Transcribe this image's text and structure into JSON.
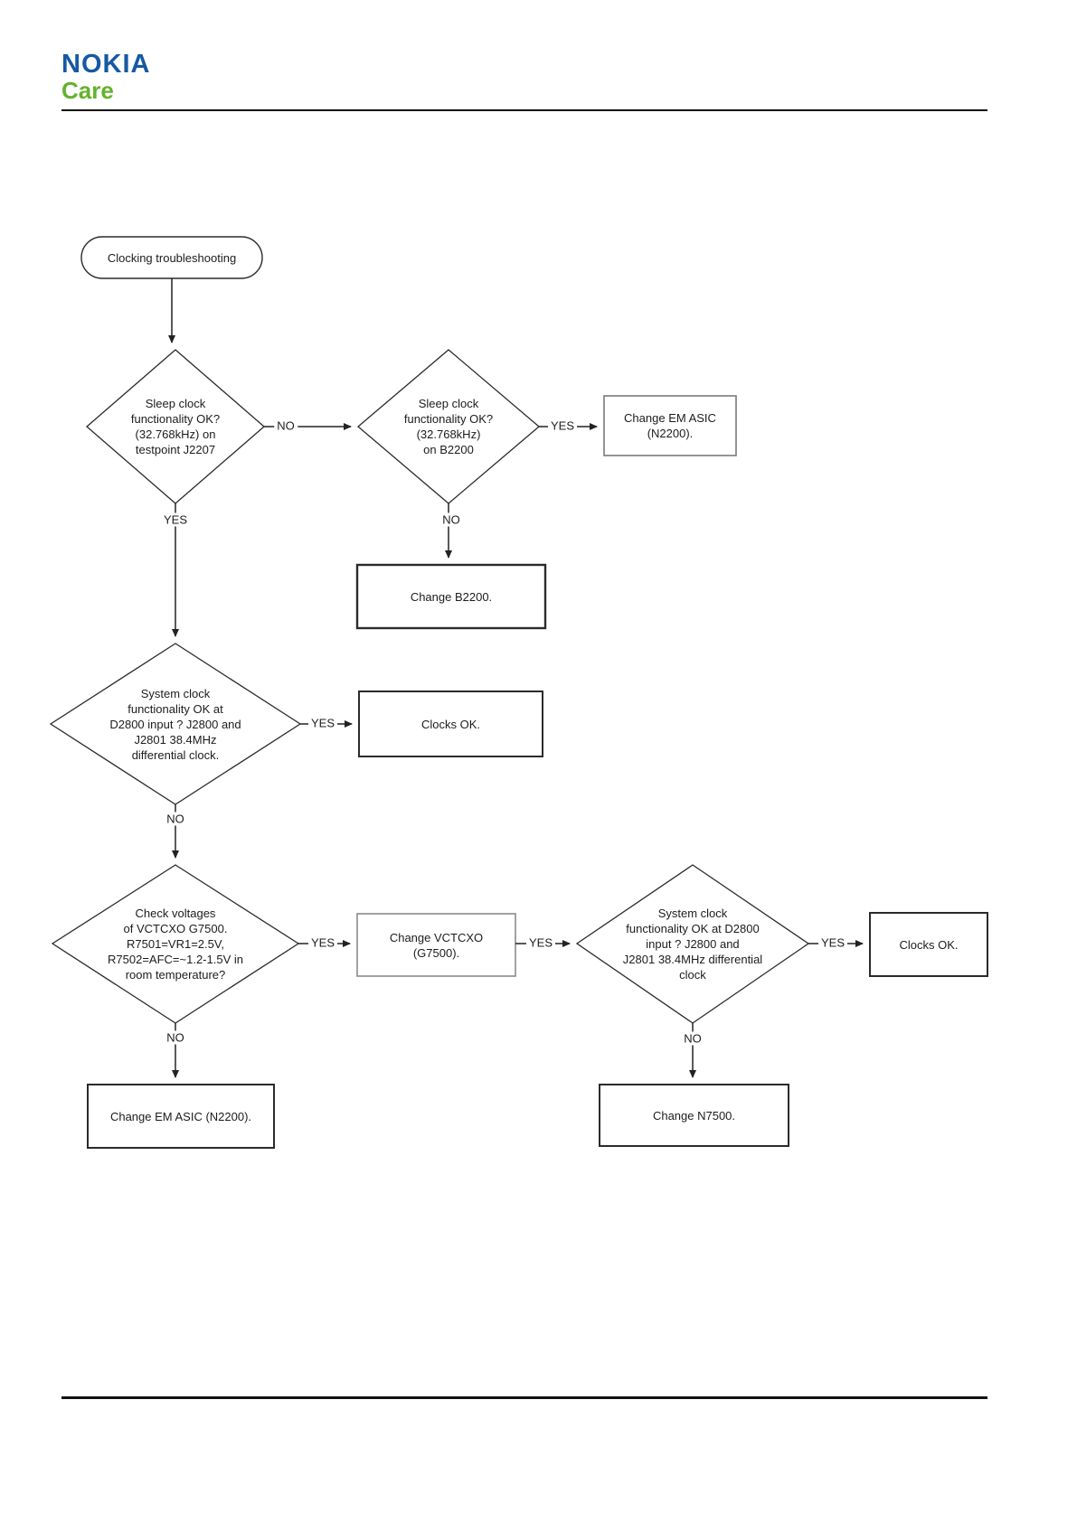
{
  "header": {
    "brand": "NOKIA",
    "sub_brand": "Care"
  },
  "colors": {
    "nokia_blue": "#1659a5",
    "care_green": "#63b22c",
    "line_black": "#222222",
    "box_gray_border": "#7a7a7a"
  },
  "flowchart": {
    "title": "Clocking troubleshooting",
    "nodes": {
      "start": "Clocking troubleshooting",
      "decision_sleep_clock_j2207": "Sleep clock\nfunctionality OK?\n(32.768kHz) on\ntestpoint J2207",
      "decision_sleep_clock_b2200": "Sleep clock\nfunctionality OK?\n(32.768kHz)\non B2200",
      "process_change_em_asic_top": "Change EM ASIC\n(N2200).",
      "process_change_b2200": "Change B2200.",
      "decision_system_clock_1": "System clock\nfunctionality OK at\nD2800 input ? J2800 and\nJ2801 38.4MHz\ndifferential clock.",
      "process_clocks_ok_1": "Clocks OK.",
      "decision_check_voltages": "Check voltages\nof VCTCXO G7500.\nR7501=VR1=2.5V,\nR7502=AFC=~1.2-1.5V in\nroom temperature?",
      "process_change_vctcxo": "Change VCTCXO\n(G7500).",
      "decision_system_clock_2": "System clock\nfunctionality OK at D2800\ninput ? J2800 and\nJ2801 38.4MHz differential\nclock",
      "process_clocks_ok_2": "Clocks OK.",
      "process_change_em_asic_bottom": "Change EM ASIC (N2200).",
      "process_change_n7500": "Change N7500."
    },
    "labels": {
      "yes": "YES",
      "no": "NO"
    }
  }
}
